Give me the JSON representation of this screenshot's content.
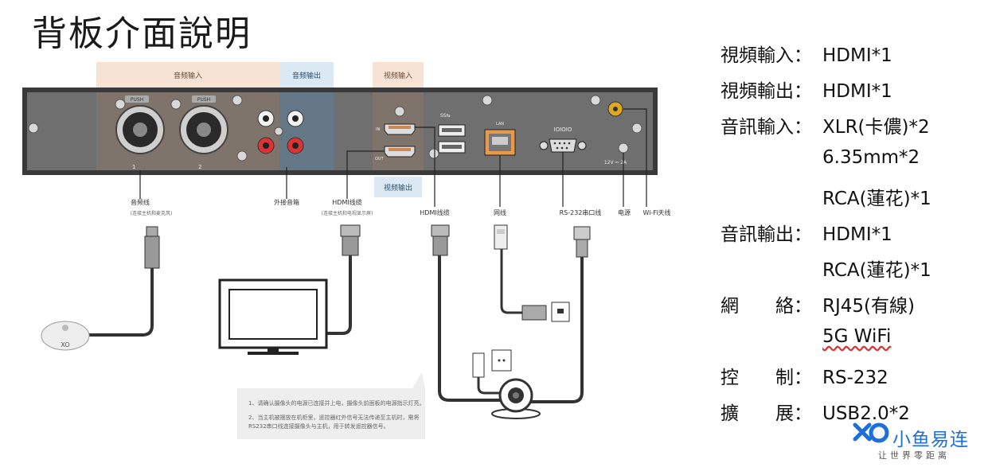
{
  "title": "背板介面說明",
  "device": {
    "groups": {
      "audio_in": "音频输入",
      "audio_out": "音频输出",
      "video_in": "视频输入",
      "video_out": "视频输出"
    },
    "port_marks": {
      "push": "PUSH",
      "mic1": "1",
      "mic2": "2",
      "usb": "SS⇆",
      "lan": "LAN",
      "serial": "IOIOIO",
      "power": "12V ⎓ 2A",
      "hdmi_in": "IN",
      "hdmi_out": "OUT"
    },
    "cable_labels": {
      "audio_cable": "音频线",
      "audio_cable_note": "(连接主机和麦克风)",
      "ext_speaker": "外接音箱",
      "hdmi_cable_left": "HDMI线缆",
      "hdmi_cable_left_note": "(连接主机和电视显示屏)",
      "hdmi_cable_right": "HDMI线缆",
      "lan_cable": "网线",
      "rs232_cable": "RS-232串口线",
      "power": "电源",
      "wifi": "Wi-Fi天线"
    }
  },
  "notes": [
    "1、请确认摄像头的电源已连接并上电，摄像头前面板的电源指示灯亮。",
    "2、当主机被摆放在机柜里，遥控器红外信号无法传递至主机时，需将",
    "RS232串口线连接摄像头与主机，用于转发遥控器信号。"
  ],
  "specs": [
    {
      "key": "視頻輸入：",
      "value": "HDMI*1"
    },
    {
      "key": "視頻輸出：",
      "value": "HDMI*1"
    },
    {
      "key": "音訊輸入：",
      "value": "XLR(卡儂)*2"
    },
    {
      "key": "",
      "value": "6.35mm*2"
    },
    {
      "key": "",
      "value": "RCA(蓮花)*1"
    },
    {
      "key": "音訊輸出：",
      "value": "HDMI*1"
    },
    {
      "key": "",
      "value": "RCA(蓮花)*1"
    },
    {
      "key": "網　　絡：",
      "value": "RJ45(有線)"
    },
    {
      "key": "",
      "value": "5G WiFi"
    },
    {
      "key": "控　　制：",
      "value": "RS-232"
    },
    {
      "key": "擴　　展：",
      "value": "USB2.0*2"
    }
  ],
  "brand": {
    "name": "小鱼易连",
    "slogan": "让世界零距离",
    "logo_icon": "xiaoyu-logo-icon",
    "accent": "#1e6fd9"
  }
}
